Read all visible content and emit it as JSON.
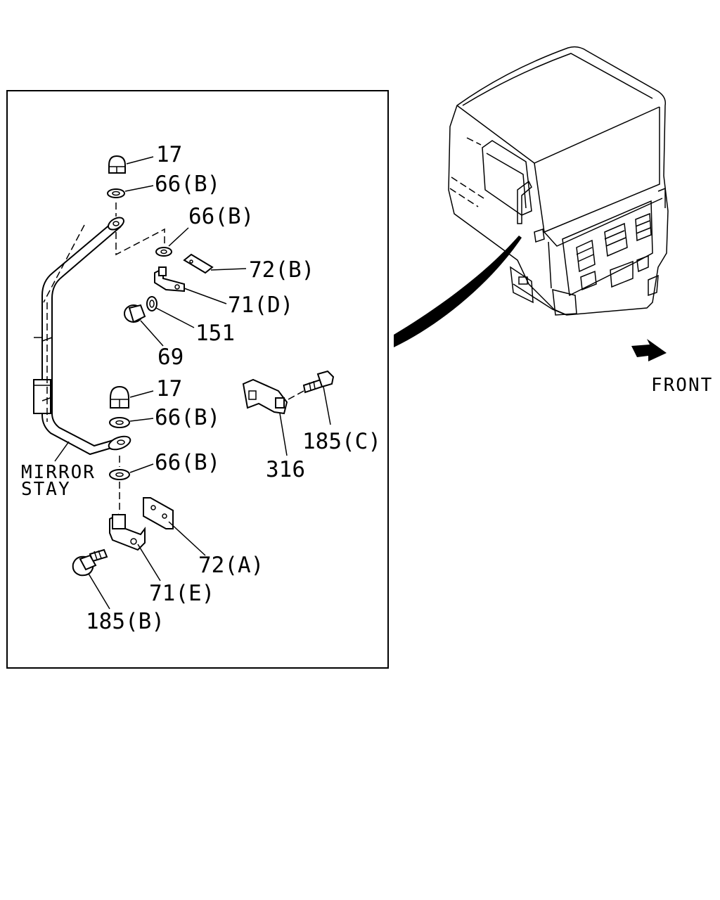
{
  "callouts": {
    "nut_17_upper": "17",
    "washer_66b_1": "66(B)",
    "washer_66b_2": "66(B)",
    "bracket_72b": "72(B)",
    "bracket_71d": "71(D)",
    "washer_151": "151",
    "nut_69": "69",
    "nut_17_lower": "17",
    "washer_66b_3": "66(B)",
    "washer_66b_4": "66(B)",
    "plate_72a": "72(A)",
    "bracket_71e": "71(E)",
    "bolt_185b": "185(B)",
    "bolt_185c": "185(C)",
    "bracket_316": "316"
  },
  "mirror_stay_label": [
    "MIRROR",
    "STAY"
  ],
  "front_label": "FRONT",
  "icons": [
    "front-direction-arrow-icon"
  ]
}
